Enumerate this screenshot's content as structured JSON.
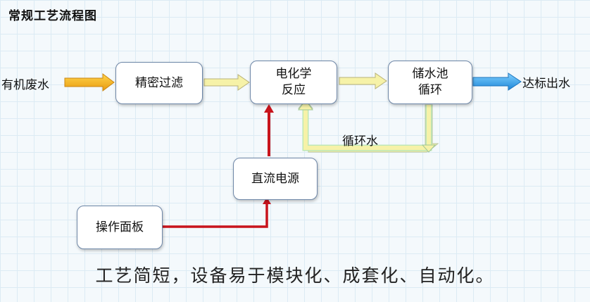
{
  "title": "常规工艺流程图",
  "input_label": "有机废水",
  "output_label": "达标出水",
  "nodes": {
    "filter": "精密过滤",
    "electro_line1": "电化学",
    "electro_line2": "反应",
    "tank_line1": "储水池",
    "tank_line2": "循环",
    "power": "直流电源",
    "panel": "操作面板"
  },
  "loop_label": "循环水",
  "footer": "工艺简短，设备易于模块化、成套化、自动化。",
  "colors": {
    "input_arrow": "#f0a52a",
    "output_arrow": "#2f9ee0",
    "process_arrow": "#f6f2a8",
    "power_line": "#c8141c",
    "box_border": "#6e87a8"
  }
}
